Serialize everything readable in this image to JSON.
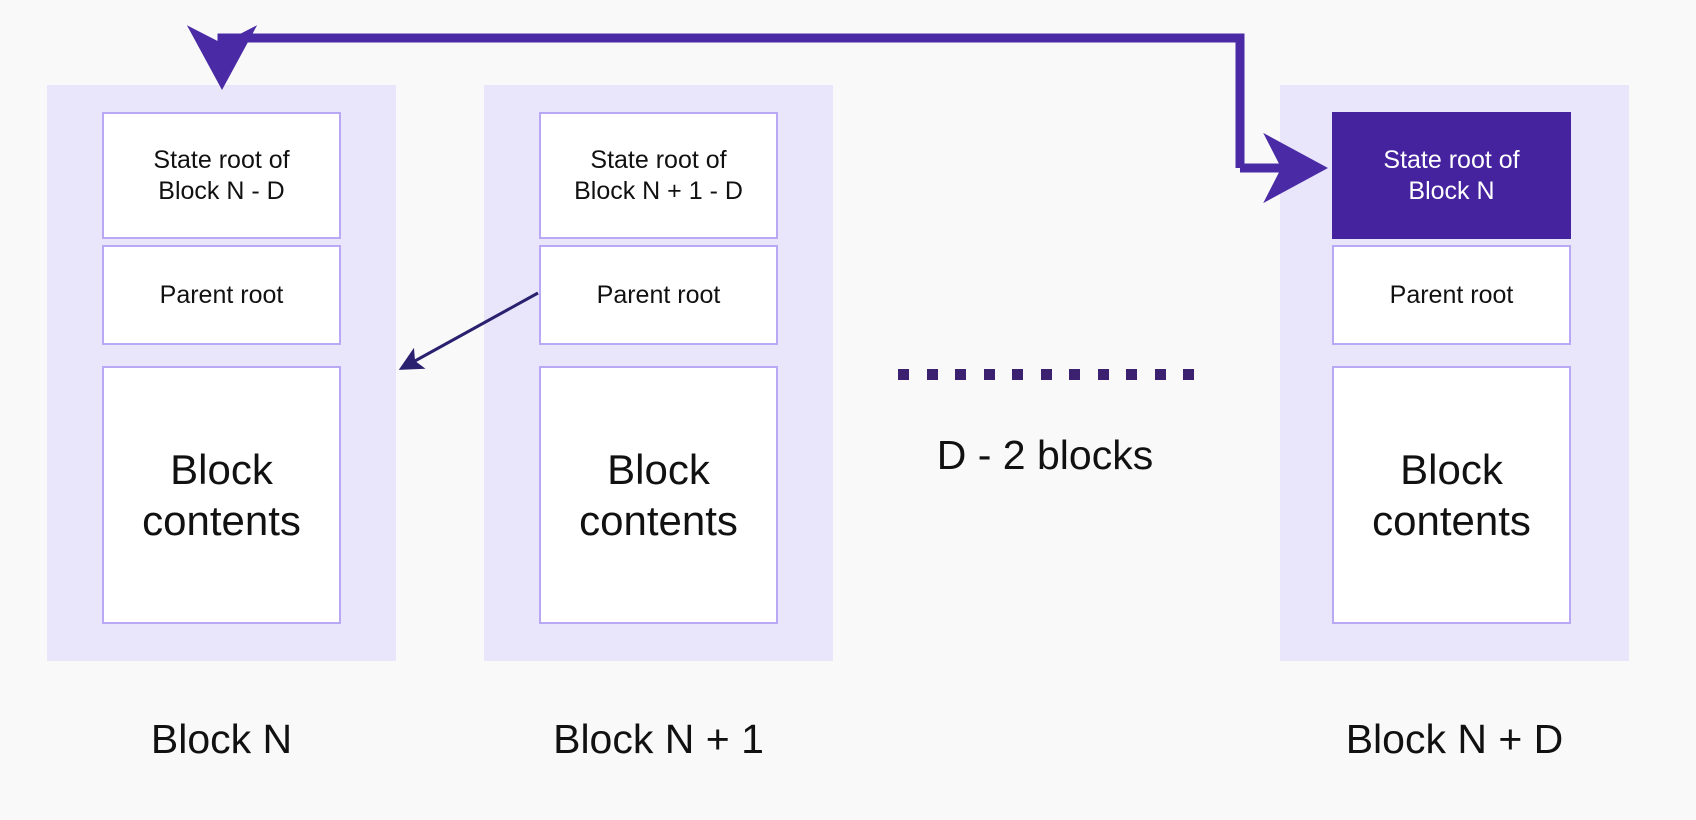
{
  "diagram": {
    "title": "Blockchain delayed state root diagram",
    "colors": {
      "page_background": "#f9f9fa",
      "column_panel": "#e9e6fb",
      "box_border": "#b9a9f5",
      "box_fill": "#ffffff",
      "highlight_fill": "#45239e",
      "highlight_text": "#ffffff",
      "thick_arrow": "#4a2ba5",
      "thin_arrow": "#2a2070",
      "dot": "#3b2170",
      "text": "#111111"
    }
  },
  "columns": [
    {
      "caption": "Block N",
      "state_root_label": "State root of\nBlock N - D",
      "state_root_line1": "State root of",
      "state_root_line2": "Block N - D",
      "parent_root_label": "Parent root",
      "contents_line1": "Block",
      "contents_line2": "contents",
      "highlighted": false
    },
    {
      "caption": "Block N + 1",
      "state_root_label": "State root of\nBlock N + 1 - D",
      "state_root_line1": "State root of",
      "state_root_line2": "Block N + 1 - D",
      "parent_root_label": "Parent root",
      "contents_line1": "Block",
      "contents_line2": "contents",
      "highlighted": false
    },
    {
      "caption": "Block N + D",
      "state_root_label": "State root of\nBlock N",
      "state_root_line1": "State root of",
      "state_root_line2": "Block N",
      "parent_root_label": "Parent root",
      "contents_line1": "Block",
      "contents_line2": "contents",
      "highlighted": true
    }
  ],
  "gap": {
    "label": "D - 2 blocks",
    "dot_count": 11
  },
  "connectors": [
    {
      "name": "state-root-backlink-arrow",
      "description": "thick purple elbow arrow from Block N + D state root up, left and down into Block N column"
    },
    {
      "name": "parent-root-link-arrow",
      "description": "thin navy diagonal arrow from Block N + 1 parent root to Block N block contents"
    }
  ]
}
